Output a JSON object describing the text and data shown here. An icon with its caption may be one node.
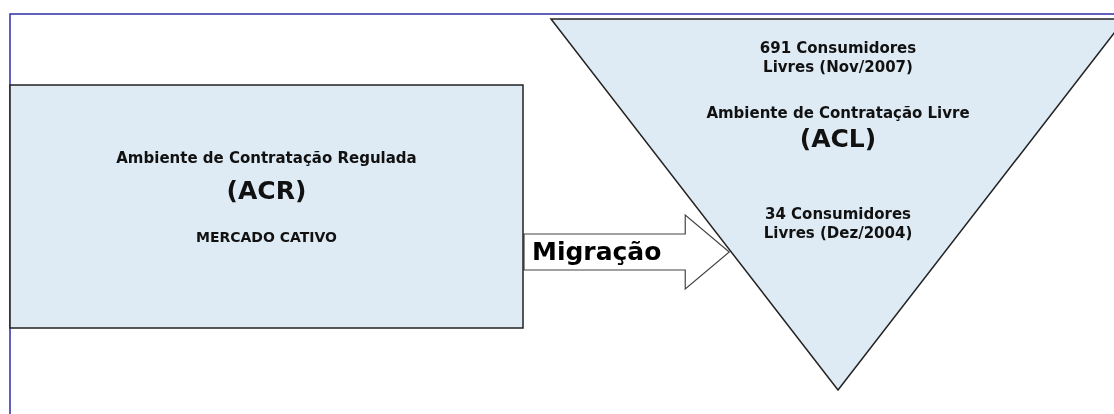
{
  "diagram": {
    "nodes": [
      {
        "text": [
          "Ambiente de Contratação Regulada",
          "(ACR)",
          "MERCADO CATIVO"
        ]
      },
      {
        "text": [
          "691 Consumidores Livres (Nov/2007)",
          "Ambiente de Contratação Livre",
          "(ACL)",
          "34 Consumidores Livres (Dez/2004)"
        ]
      }
    ],
    "edges": [
      {
        "from": 0,
        "to": 1,
        "arrow": "to",
        "label": "Migração"
      }
    ]
  }
}
